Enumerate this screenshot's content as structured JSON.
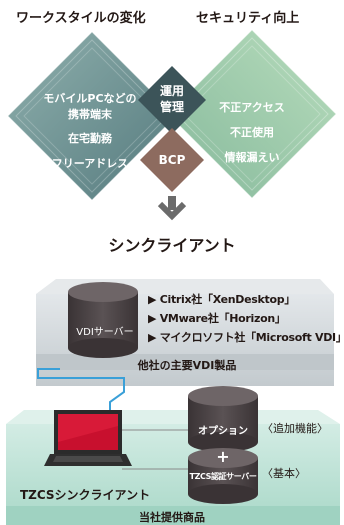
{
  "top": {
    "left_heading": "ワークスタイルの変化",
    "right_heading": "セキュリティ向上",
    "left_items": [
      "モバイルPCなどの",
      "携帯端末",
      "在宅勤務",
      "フリーアドレス"
    ],
    "right_items": [
      "不正アクセス",
      "不正使用",
      "情報漏えい"
    ],
    "center_top_lines": [
      "運用",
      "管理"
    ],
    "center_bottom": "BCP",
    "result": "シンクライアント"
  },
  "other_products": {
    "server_label": "VDIサーバー",
    "items": [
      "Citrix社「XenDesktop」",
      "VMware社「Horizon」",
      "マイクロソフト社「Microsoft VDI」"
    ],
    "caption": "他社の主要VDI製品"
  },
  "our_products": {
    "option_label": "オプション",
    "option_note": "〈追加機能〉",
    "plus": "+",
    "auth_server_label": "TZCS認証サーバー",
    "basic_note": "〈基本〉",
    "client_label": "TZCSシンクライアント",
    "caption": "当社提供商品"
  },
  "colors": {
    "diamond_left": "#6f9293",
    "diamond_right": "#9bc9a4",
    "center_top": "#3c5459",
    "center_bottom": "#8d6b5f",
    "cylinder": "#4a4244",
    "platform_top": "#ccd2d6",
    "ground_platform": "#b3ddd1",
    "connector": "#3aa0d8"
  },
  "icons": [
    "arrow-down-icon",
    "triangle-right-icon",
    "laptop-icon",
    "plus-icon"
  ]
}
